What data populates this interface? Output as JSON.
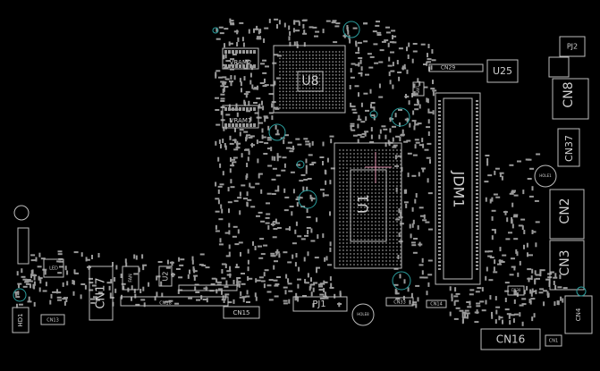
{
  "labels": {
    "u1": "U1",
    "u8": "U8",
    "jdm1": "JDM1",
    "u25": "U25",
    "vram2": "VRAM2",
    "vram1": "VRAM1",
    "cn29": "CN29",
    "pj2": "PJ2",
    "cn8": "CN8",
    "cn37": "CN37",
    "cn2": "CN2",
    "cn3": "CN3",
    "cn16": "CN16",
    "cn17": "CN17",
    "cn15": "CN15",
    "cn18": "CN18",
    "cn13": "CN13",
    "cn14": "CN14",
    "cn33": "CN33",
    "cn1": "CN1",
    "cn30": "CN30",
    "cn4": "CN4",
    "pj1": "PJ1",
    "hd1": "HD1",
    "u2": "U2",
    "fan": "FAN",
    "led": "LED",
    "hole1": "HOLE1",
    "hole8": "HOLE8",
    "sw1": "SW1"
  },
  "colors": {
    "background": "#000000",
    "outline": "#bdbdbd",
    "text": "#cfcfcf",
    "mount_hole": "#2a9d9d",
    "crosshair": "#d98aa8"
  }
}
